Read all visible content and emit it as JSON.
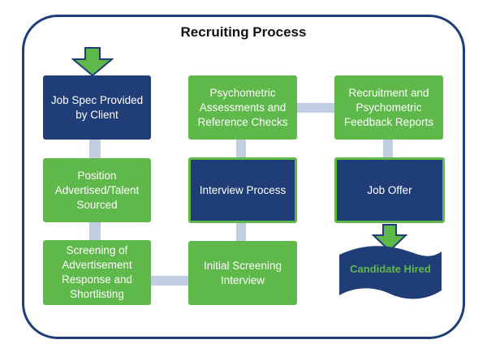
{
  "title": "Recruiting Process",
  "steps": {
    "job_spec": "Job Spec Provided by Client",
    "position_advertised": "Position Advertised/Talent Sourced",
    "screening_ads": "Screening of Advertisement Response and Shortlisting",
    "initial_screening": "Initial Screening Interview",
    "interview_process": "Interview Process",
    "psychometric": "Psychometric Assessments and Reference Checks",
    "feedback_reports": "Recruitment and Psychometric Feedback Reports",
    "job_offer": "Job Offer",
    "candidate_hired": "Candidate Hired"
  },
  "colors": {
    "green": "#5fb84a",
    "navy": "#1f3e78",
    "connector": "#c1cde0"
  },
  "icons": [
    "arrow-down-icon",
    "banner-wave-icon"
  ]
}
